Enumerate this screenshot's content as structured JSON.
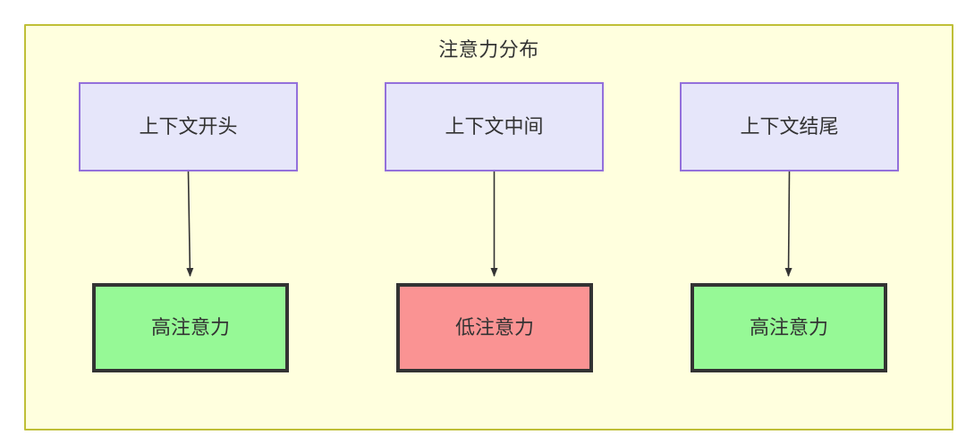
{
  "diagram": {
    "title": "注意力分布",
    "container": {
      "fill": "#ffffde",
      "border": "#bfbf37"
    },
    "edge_color": "#333333",
    "columns": [
      {
        "id": "col-1",
        "source": {
          "label": "上下文开头",
          "fill": "#e6e6fa",
          "border": "#9370db"
        },
        "target": {
          "label": "高注意力",
          "fill": "#96f996",
          "border": "#333333"
        }
      },
      {
        "id": "col-2",
        "source": {
          "label": "上下文中间",
          "fill": "#e6e6fa",
          "border": "#9370db"
        },
        "target": {
          "label": "低注意力",
          "fill": "#fa9393",
          "border": "#333333"
        }
      },
      {
        "id": "col-3",
        "source": {
          "label": "上下文结尾",
          "fill": "#e6e6fa",
          "border": "#9370db"
        },
        "target": {
          "label": "高注意力",
          "fill": "#96f996",
          "border": "#333333"
        }
      }
    ]
  }
}
